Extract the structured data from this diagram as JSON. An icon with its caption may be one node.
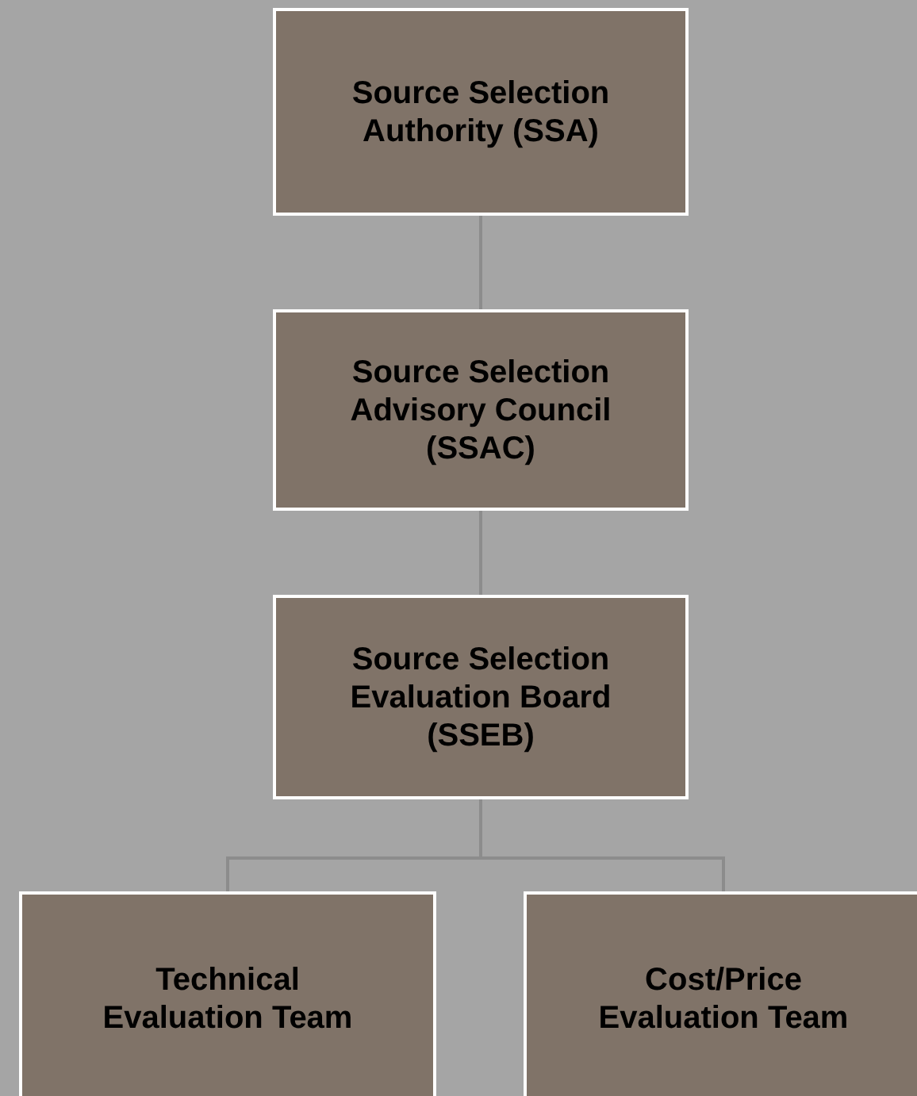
{
  "diagram": {
    "nodes": [
      {
        "text": [
          "Source Selection Authority (SSA)"
        ]
      },
      {
        "text": [
          "Source Selection Advisory Council (SSAC)"
        ]
      },
      {
        "text": [
          "Source Selection Evaluation Board (SSEB)"
        ]
      },
      {
        "text": [
          "Technical Evaluation Team"
        ]
      },
      {
        "text": [
          "Cost/Price Evaluation Team"
        ]
      }
    ],
    "edges": [
      {
        "from": 0,
        "to": 1,
        "arrow": "none"
      },
      {
        "from": 1,
        "to": 2,
        "arrow": "none"
      },
      {
        "from": 2,
        "to": 3,
        "arrow": "none"
      },
      {
        "from": 2,
        "to": 4,
        "arrow": "none"
      }
    ]
  }
}
